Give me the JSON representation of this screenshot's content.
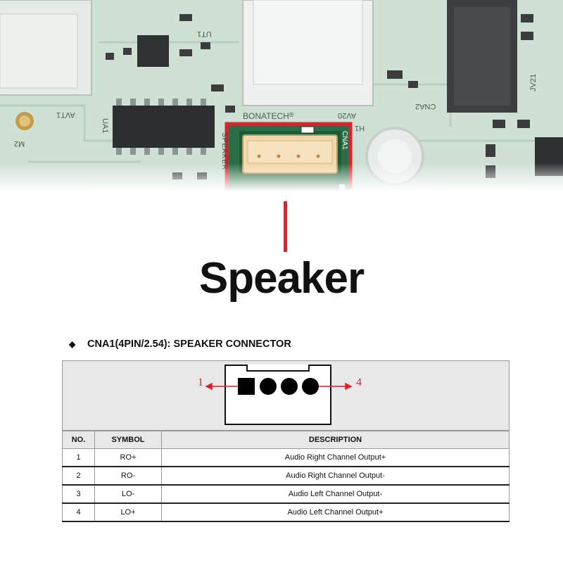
{
  "photo": {
    "silkscreen": {
      "m2": "M2",
      "avt1": "AVT1",
      "ut1": "UT1",
      "ua1": "UA1",
      "bonatech": "BONATECH",
      "registered": "®",
      "av20": "AV20",
      "h1": "H1",
      "cna2": "CNA2",
      "jv21": "JV21",
      "cna1": "CNA1",
      "speaker_silk": "SPEAKER"
    },
    "highlight_color": "#e1202c"
  },
  "callout": {
    "title": "Speaker"
  },
  "section": {
    "bullet": "◆",
    "heading": "CNA1(4PIN/2.54): SPEAKER CONNECTOR"
  },
  "connector_diagram": {
    "first_pin_label": "1",
    "last_pin_label": "4",
    "pin_shapes": [
      "square",
      "round",
      "round",
      "round"
    ]
  },
  "pin_table": {
    "headers": {
      "no": "NO.",
      "symbol": "SYMBOL",
      "description": "DESCRIPTION"
    },
    "rows": [
      {
        "no": "1",
        "symbol": "RO+",
        "description": "Audio Right Channel Output+"
      },
      {
        "no": "2",
        "symbol": "RO-",
        "description": "Audio Right Channel Output-"
      },
      {
        "no": "3",
        "symbol": "LO-",
        "description": "Audio Left Channel Output-"
      },
      {
        "no": "4",
        "symbol": "LO+",
        "description": "Audio Left Channel Output+"
      }
    ]
  }
}
